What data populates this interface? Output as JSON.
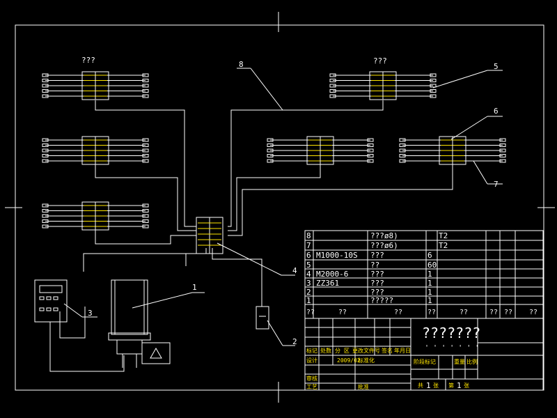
{
  "drawing": {
    "group_labels": {
      "left_top": "???",
      "right_top": "???"
    },
    "callouts": [
      "1",
      "2",
      "3",
      "4",
      "5",
      "6",
      "7",
      "8"
    ],
    "bom": {
      "rows": [
        {
          "no": "8",
          "code": "",
          "name": "???ø8)",
          "qty": "",
          "mat": "T2"
        },
        {
          "no": "7",
          "code": "",
          "name": "???ø6)",
          "qty": "",
          "mat": "T2"
        },
        {
          "no": "6",
          "code": "M1000-10S",
          "name": "???",
          "qty": "6",
          "mat": ""
        },
        {
          "no": "5",
          "code": "",
          "name": "??",
          "qty": "60",
          "mat": ""
        },
        {
          "no": "4",
          "code": "M2000-6",
          "name": "???",
          "qty": "1",
          "mat": ""
        },
        {
          "no": "3",
          "code": "ZZ361",
          "name": "???",
          "qty": "1",
          "mat": ""
        },
        {
          "no": "2",
          "code": "",
          "name": "???",
          "qty": "1",
          "mat": ""
        },
        {
          "no": "1",
          "code": "",
          "name": "?????",
          "qty": "1",
          "mat": ""
        }
      ],
      "header": [
        "??",
        "??",
        "??",
        "??",
        "??",
        "??",
        "??",
        "??"
      ]
    },
    "title_block": {
      "title": "???????",
      "title_marks": "' ' ' ' ' ' '",
      "row_labels": [
        "标记",
        "处数",
        "分 区",
        "更改文件号",
        "签名",
        "年月日"
      ],
      "design_label": "设计",
      "date_value": "2009/02",
      "std_label": "标准化",
      "review_label": "审核",
      "process_label": "工艺",
      "approve_label": "批准",
      "stage_label": "阶段标记",
      "weight_label": "重量",
      "scale_label": "比例",
      "total_label": "共",
      "total_value": "1",
      "sheet_label": "张",
      "page_label": "第",
      "page_value": "1",
      "page_suffix": "张"
    }
  }
}
